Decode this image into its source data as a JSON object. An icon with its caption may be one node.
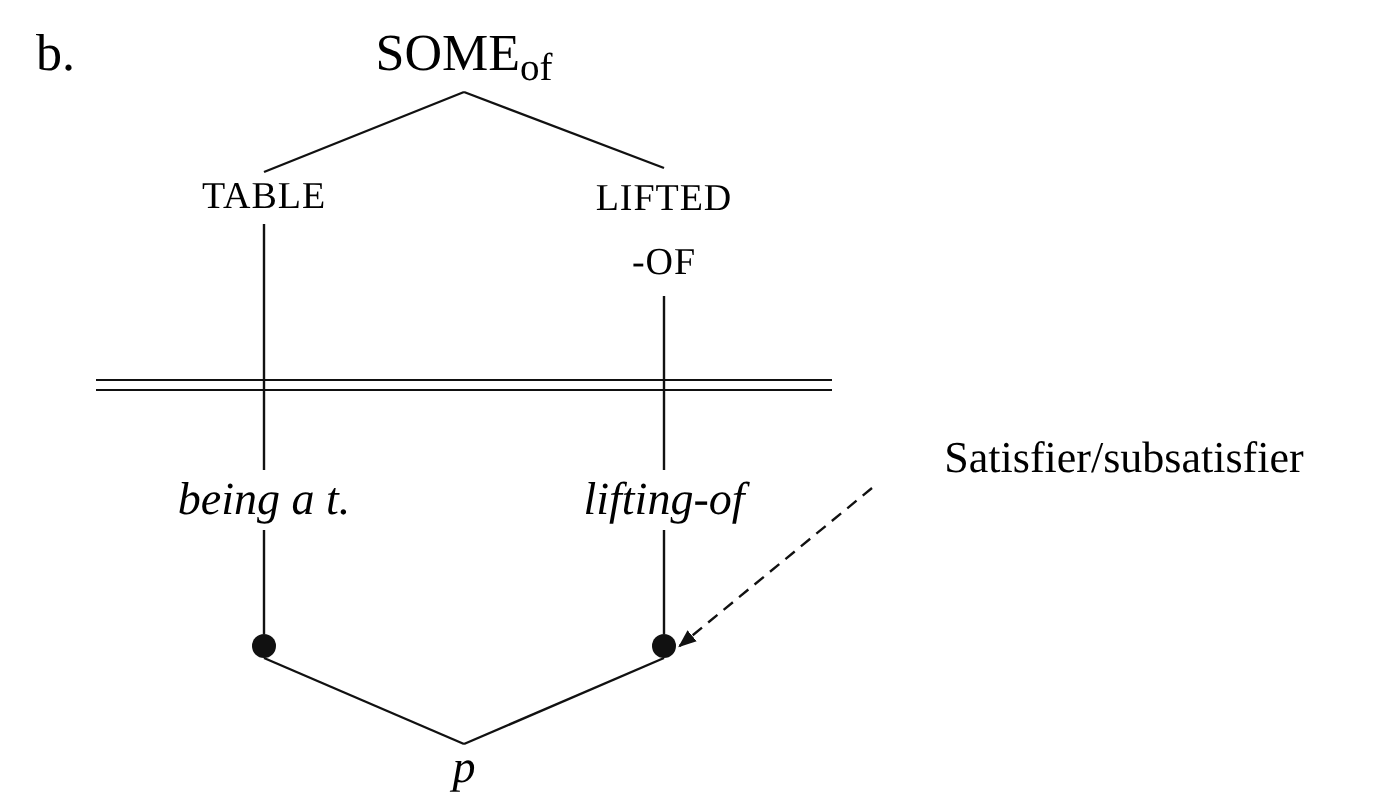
{
  "diagram": {
    "nodes": [
      {
        "text": [
          "SOME$_{of}$"
        ]
      },
      {
        "text": [
          "TABLE"
        ]
      },
      {
        "text": [
          "LIFTED -OF"
        ]
      },
      {
        "text": [
          "being a t."
        ]
      },
      {
        "text": [
          "lifting-of"
        ]
      },
      {
        "text": [],
        "shape": "circle"
      },
      {
        "text": [],
        "shape": "circle"
      },
      {
        "text": [
          "p"
        ]
      },
      {
        "text": [
          "Satisfier/subsatisfier"
        ]
      }
    ],
    "edges": [
      {
        "from": 0,
        "to": 1,
        "arrow": "none"
      },
      {
        "from": 0,
        "to": 2,
        "arrow": "none"
      },
      {
        "from": 1,
        "to": 3,
        "arrow": "none"
      },
      {
        "from": 2,
        "to": 4,
        "arrow": "none"
      },
      {
        "from": 3,
        "to": 5,
        "arrow": "none"
      },
      {
        "from": 4,
        "to": 6,
        "arrow": "none"
      },
      {
        "from": 5,
        "to": 7,
        "arrow": "none"
      },
      {
        "from": 6,
        "to": 7,
        "arrow": "none"
      },
      {
        "from": 8,
        "to": 6,
        "arrow": "to",
        "style": "dashed"
      }
    ],
    "labels": [
      "b."
    ]
  }
}
